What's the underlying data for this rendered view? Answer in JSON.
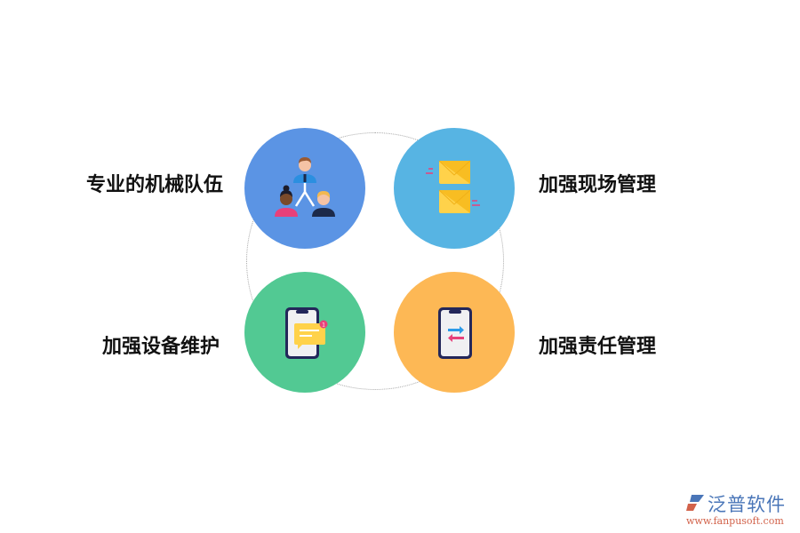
{
  "diagram": {
    "type": "four-quadrant-cycle",
    "items": [
      {
        "label": "专业的机械队伍",
        "icon": "team-hierarchy-icon",
        "color": "#5b94e4",
        "position": "top-left"
      },
      {
        "label": "加强现场管理",
        "icon": "envelopes-icon",
        "color": "#57b4e3",
        "position": "top-right"
      },
      {
        "label": "加强设备维护",
        "icon": "phone-message-icon",
        "color": "#52c993",
        "position": "bottom-left"
      },
      {
        "label": "加强责任管理",
        "icon": "phone-transfer-icon",
        "color": "#fdb855",
        "position": "bottom-right"
      }
    ]
  },
  "watermark": {
    "brand": "泛普软件",
    "url": "www.fanpusoft.com",
    "colors": {
      "brand": "#4a76b8",
      "url": "#d2624a"
    }
  }
}
